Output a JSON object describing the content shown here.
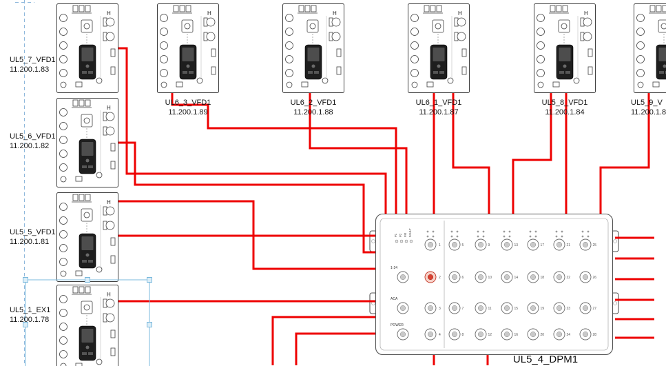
{
  "devices": [
    {
      "name": "UL5_7_VFD1",
      "ip": "11.200.1.83"
    },
    {
      "name": "UL5_6_VFD1",
      "ip": "11.200.1.82"
    },
    {
      "name": "UL5_5_VFD1",
      "ip": "11.200.1.81"
    },
    {
      "name": "UL5_1_EX1",
      "ip": "11.200.1.78"
    },
    {
      "name": "UL6_3_VFD1",
      "ip": "11.200.1.89"
    },
    {
      "name": "UL6_2_VFD1",
      "ip": "11.200.1.88"
    },
    {
      "name": "UL6_1_VFD1",
      "ip": "11.200.1.87"
    },
    {
      "name": "UL5_8_VFD1",
      "ip": "11.200.1.84"
    },
    {
      "name": "UL5_9_V",
      "ip": "11.200.1.8"
    }
  ],
  "vfd": {
    "corner_label": "H"
  },
  "dpm": {
    "label": "UL5_4_DPM1",
    "led_labels": [
      "P1",
      "P2",
      "FM",
      "FAULT"
    ],
    "left_port_group_labels": [
      "1-24",
      "ACA",
      "POWER"
    ],
    "left_ports": [
      1,
      2,
      3,
      4
    ],
    "highlighted_port": 2,
    "right_ports": [
      5,
      6,
      7,
      8,
      9,
      10,
      11,
      12,
      13,
      14,
      15,
      16,
      17,
      18,
      19,
      20,
      21,
      22,
      23,
      24,
      25,
      26,
      27,
      28
    ]
  },
  "colors": {
    "wire": "#ee0000",
    "selection": "#7ab8dc",
    "guide": "#8fb8dc",
    "highlight_port": "#d84030"
  }
}
